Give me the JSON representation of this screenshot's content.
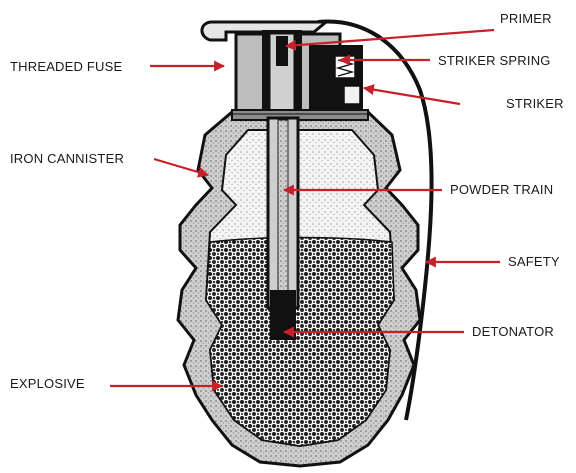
{
  "labels": {
    "primer": "PRIMER",
    "striker_spring": "STRIKER SPRING",
    "striker": "STRIKER",
    "threaded_fuse": "THREADED FUSE",
    "iron_cannister": "IRON CANNISTER",
    "powder_train": "POWDER TRAIN",
    "safety": "SAFETY",
    "detonator": "DETONATOR",
    "explosive": "EXPLOSIVE"
  },
  "colors": {
    "arrow": "#c8202a",
    "ink": "#111111",
    "body_fill": "#d9d9d9",
    "background": "#ffffff"
  }
}
